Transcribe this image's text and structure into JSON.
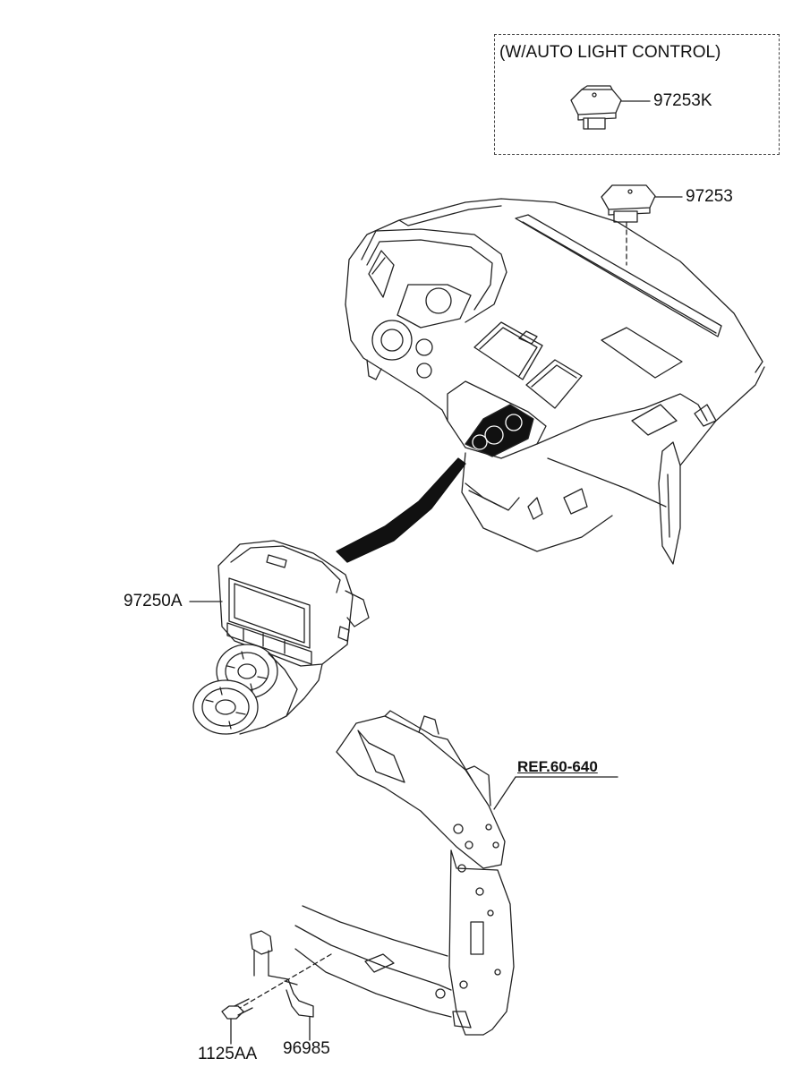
{
  "inset": {
    "title": "(W/AUTO LIGHT CONTROL)"
  },
  "labels": {
    "p97253k": "97253K",
    "p97253": "97253",
    "p97250a": "97250A",
    "ref": "REF.60-640",
    "p1125aa": "1125AA",
    "p96985": "96985"
  }
}
